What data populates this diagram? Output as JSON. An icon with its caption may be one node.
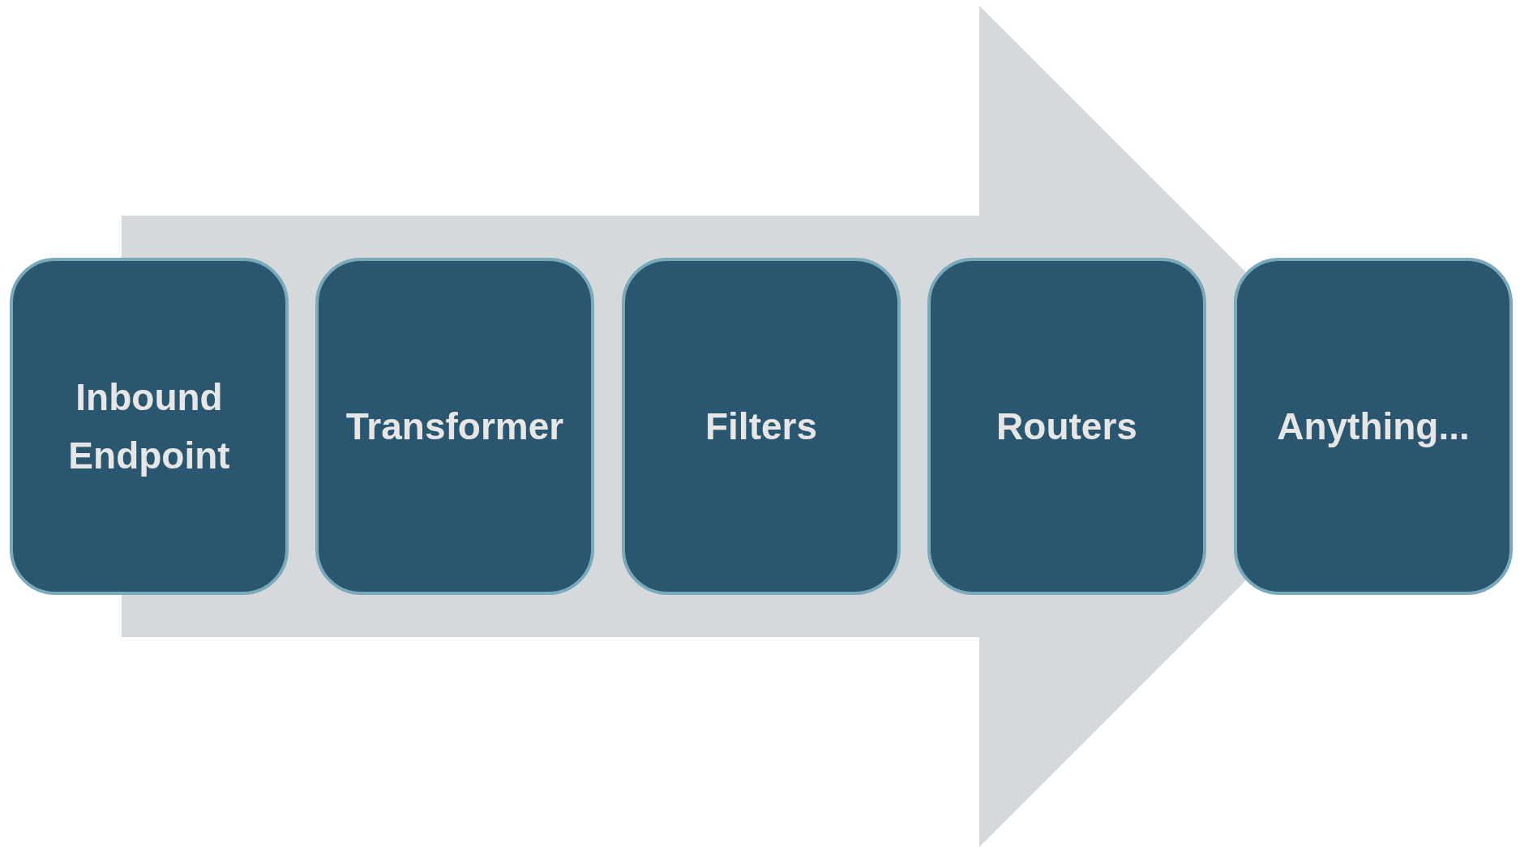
{
  "diagram": {
    "nodes": [
      {
        "text": [
          "Inbound Endpoint"
        ]
      },
      {
        "text": [
          "Transformer"
        ]
      },
      {
        "text": [
          "Filters"
        ]
      },
      {
        "text": [
          "Routers"
        ]
      },
      {
        "text": [
          "Anything..."
        ]
      }
    ],
    "edges": [
      {
        "from": 0,
        "to": 4,
        "arrow": "to"
      }
    ]
  }
}
